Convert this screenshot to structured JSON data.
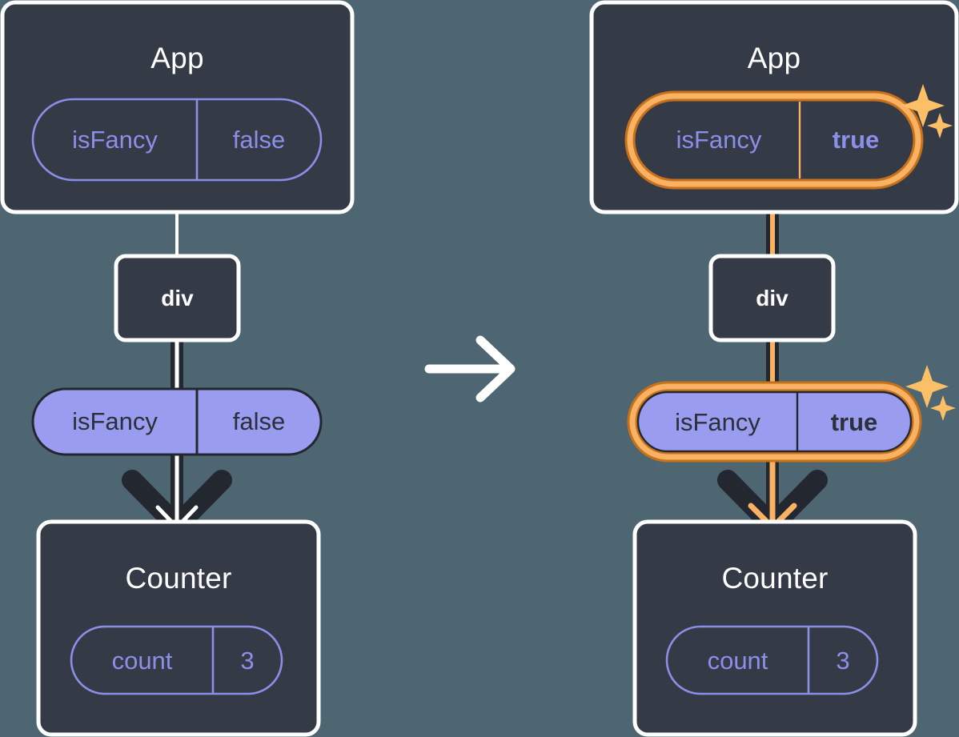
{
  "diagram": {
    "type": "react-state-propagation",
    "title_hidden": true,
    "transition_arrow": {
      "name": "transition-arrow",
      "direction": "right",
      "color": "#ffffff"
    },
    "colors": {
      "background": "#4d6672",
      "card_fill": "#343a46",
      "card_border": "#ffffff",
      "pill_outline": "#8b8fe8",
      "pill_fill": "#9a9cf0",
      "pill_text_dark": "#2b3039",
      "edge_dark": "#23272f",
      "edge_light": "#ffffff",
      "highlight_outer": "#c8711b",
      "highlight_inner": "#f9b263",
      "highlight_edge": "#f9b263",
      "sparkle": "#fbbf68"
    },
    "panels": [
      {
        "id": "before",
        "name": "panel-before",
        "highlighted": false,
        "app": {
          "label": "App",
          "prop": {
            "key": "isFancy",
            "value": "false",
            "style": "outline",
            "highlighted": false
          }
        },
        "div": {
          "label": "div"
        },
        "props_pill": {
          "key": "isFancy",
          "value": "false",
          "style": "filled",
          "highlighted": false
        },
        "counter": {
          "label": "Counter",
          "state": {
            "key": "count",
            "value": "3",
            "style": "outline",
            "highlighted": false
          }
        },
        "edge_color": "#ffffff",
        "sparkles": false
      },
      {
        "id": "after",
        "name": "panel-after",
        "highlighted": true,
        "app": {
          "label": "App",
          "prop": {
            "key": "isFancy",
            "value": "true",
            "style": "outline",
            "highlighted": true
          }
        },
        "div": {
          "label": "div"
        },
        "props_pill": {
          "key": "isFancy",
          "value": "true",
          "style": "filled",
          "highlighted": true
        },
        "counter": {
          "label": "Counter",
          "state": {
            "key": "count",
            "value": "3",
            "style": "outline",
            "highlighted": false
          }
        },
        "edge_color": "#f9b263",
        "sparkles": true
      }
    ]
  }
}
